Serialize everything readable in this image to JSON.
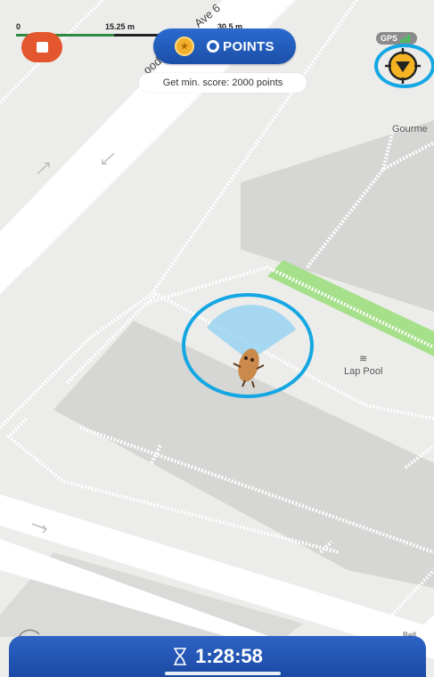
{
  "map": {
    "street_label": "Ave 6",
    "street_label_partial": "ood",
    "place_gourmet": "Gourme",
    "place_lap_pool": "Lap Pool",
    "place_bottom_right": "Bell"
  },
  "scale": {
    "start": "0",
    "mid": "15.25 m",
    "end": "30.5 m"
  },
  "header": {
    "points_value": "0",
    "points_label": "POINTS",
    "min_score": "Get min. score: 2000 points",
    "gps_label": "GPS"
  },
  "timer": {
    "value": "1:28:58"
  },
  "colors": {
    "accent_blue": "#1c4fa8",
    "highlight_ring": "#14a7e3",
    "stop_orange": "#e4572e",
    "park_green": "#a6e08a"
  },
  "icons": {
    "stop": "stop-square-icon",
    "coin": "coin-icon",
    "locate": "locate-heading-icon",
    "timer": "hourglass-icon",
    "pool": "swimmer-icon"
  }
}
